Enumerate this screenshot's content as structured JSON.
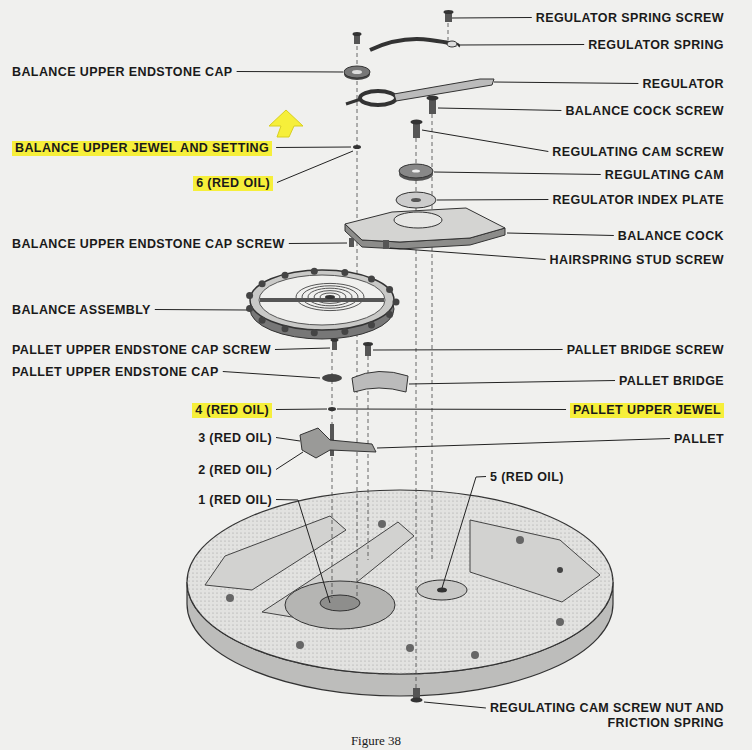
{
  "diagram": {
    "caption": "Figure 38",
    "labels": [
      "REGULATOR SPRING SCREW",
      "REGULATOR SPRING",
      "BALANCE UPPER ENDSTONE CAP",
      "REGULATOR",
      "BALANCE COCK SCREW",
      "BALANCE UPPER JEWEL AND SETTING",
      "REGULATING CAM SCREW",
      "6 (RED OIL)",
      "REGULATING CAM",
      "REGULATOR INDEX PLATE",
      "BALANCE COCK",
      "BALANCE UPPER ENDSTONE CAP SCREW",
      "HAIRSPRING STUD SCREW",
      "BALANCE ASSEMBLY",
      "PALLET UPPER ENDSTONE CAP SCREW",
      "PALLET BRIDGE SCREW",
      "PALLET UPPER ENDSTONE CAP",
      "PALLET BRIDGE",
      "4 (RED OIL)",
      "PALLET UPPER JEWEL",
      "3 (RED OIL)",
      "PALLET",
      "2 (RED OIL)",
      "5 (RED OIL)",
      "1 (RED OIL)",
      "REGULATING CAM SCREW NUT AND FRICTION SPRING"
    ]
  }
}
